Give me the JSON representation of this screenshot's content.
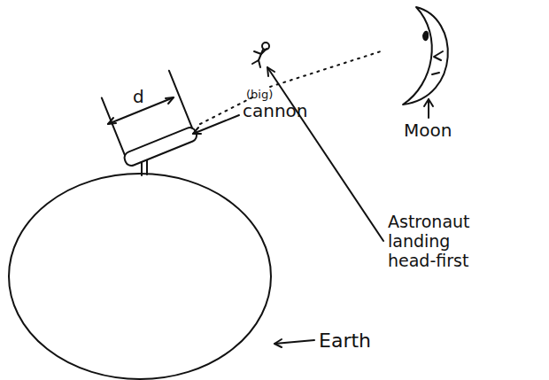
{
  "diagram": {
    "labels": [
      "d",
      "(big)",
      "cannon",
      "Moon",
      "Astronaut landing head-first",
      "Earth"
    ]
  }
}
